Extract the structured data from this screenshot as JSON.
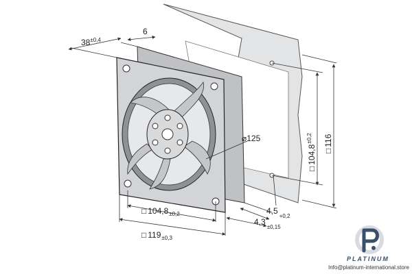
{
  "dimensions": {
    "depth": {
      "value": "38",
      "tolerance": "±0,4"
    },
    "flange": {
      "value": "6"
    },
    "diameter": {
      "prefix": "⌀",
      "value": "125"
    },
    "hole_pitch_front": {
      "prefix": "□",
      "value": "104,8",
      "tolerance": "±0,2"
    },
    "body_front": {
      "prefix": "□",
      "value": "119",
      "tolerance": "±0,3"
    },
    "hole_pitch_side": {
      "prefix": "□",
      "value": "104,8",
      "tolerance": "±0,2"
    },
    "cutout_side": {
      "prefix": "□",
      "value": "116"
    },
    "hole_diameter": {
      "value": "4,5",
      "tolerance": "+0,2"
    },
    "hole_offset": {
      "value": "4,3",
      "tolerance": "±0,15"
    }
  },
  "brand": {
    "name": "PLATINUM",
    "contact": "Info@platinum-international.store",
    "color": "#3a4f6b"
  },
  "colors": {
    "line": "#333333",
    "panel": "#e3e4e6",
    "fan_metal": "#c9cbce"
  }
}
